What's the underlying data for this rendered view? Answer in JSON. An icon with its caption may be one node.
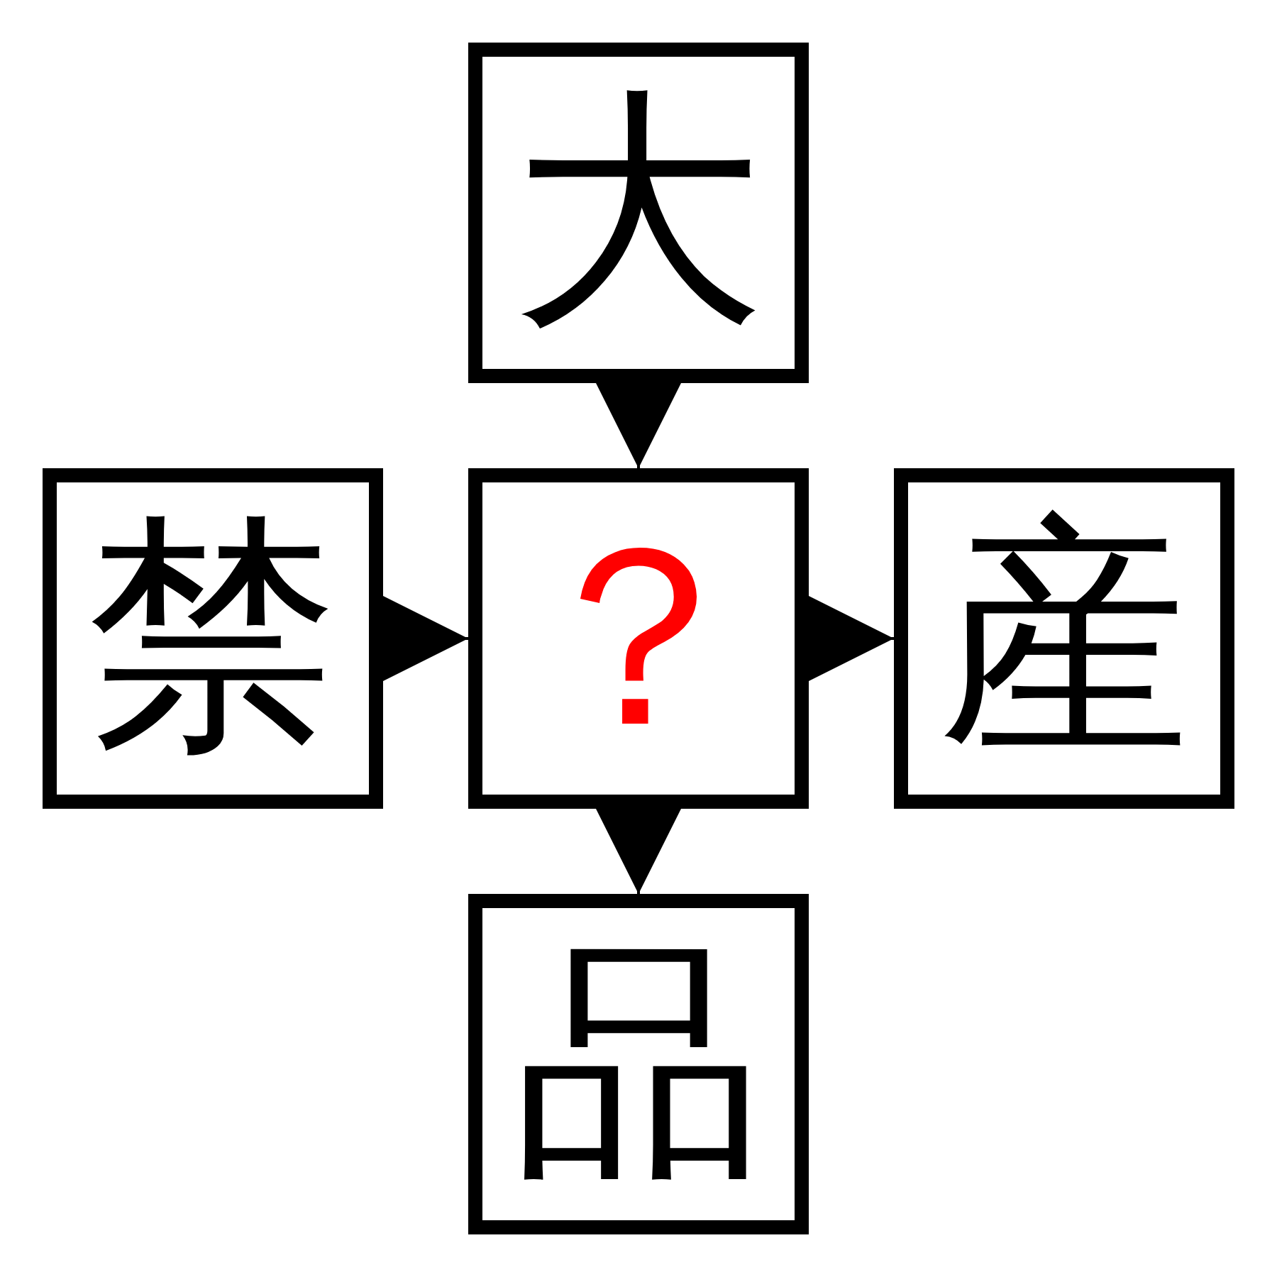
{
  "diagram": {
    "nodes": [
      {
        "text": [
          "大"
        ]
      },
      {
        "text": [
          "禁"
        ]
      },
      {
        "text": [
          "？"
        ]
      },
      {
        "text": [
          "産"
        ]
      },
      {
        "text": [
          "品"
        ]
      }
    ],
    "edges": [
      {
        "from": 0,
        "to": 2,
        "arrow": "to"
      },
      {
        "from": 1,
        "to": 2,
        "arrow": "to"
      },
      {
        "from": 2,
        "to": 3,
        "arrow": "to"
      },
      {
        "from": 2,
        "to": 4,
        "arrow": "to"
      }
    ]
  }
}
